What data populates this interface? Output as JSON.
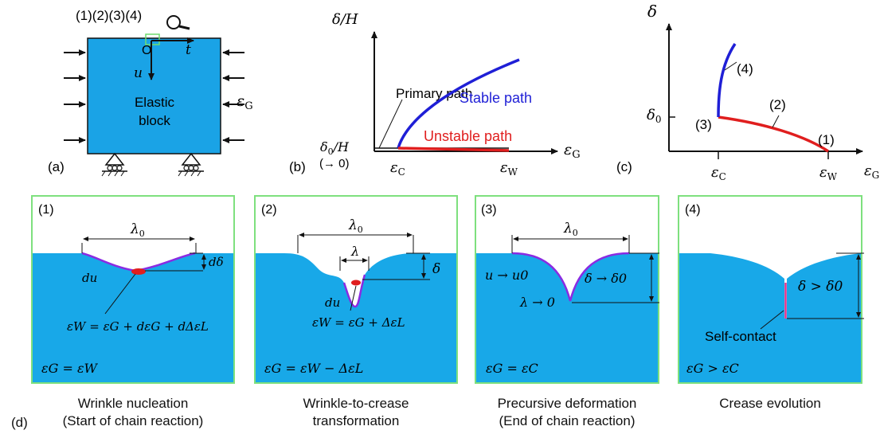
{
  "panel_a": {
    "label": "(a)",
    "numbers": "(1)(2)(3)(4)",
    "block_line1": "Elastic",
    "block_line2": "block",
    "origin": "O",
    "t_axis": "t",
    "u_axis": "u",
    "strain": "εG"
  },
  "panel_b": {
    "label": "(b)",
    "ylabel": "δ/H",
    "xlabel": "εG",
    "y0_label": "δ0/H",
    "y0_note": "(→ 0)",
    "xc_label": "εC",
    "xw_label": "εW",
    "primary": "Primary path",
    "stable": "Stable path",
    "unstable": "Unstable path",
    "stable_color": "#1f1fd6",
    "unstable_color": "#e01e1e"
  },
  "panel_c": {
    "label": "(c)",
    "ylabel": "δ",
    "xlabel": "εG",
    "y0_label": "δ0",
    "xc_label": "εC",
    "xw_label": "εW",
    "pt1": "(1)",
    "pt2": "(2)",
    "pt3": "(3)",
    "pt4": "(4)"
  },
  "panel_d": {
    "label": "(d)",
    "sub": [
      {
        "num": "(1)",
        "lambda": "λ0",
        "delta": "dδ",
        "du": "du",
        "eqn": "εW = εG + dεG + dΔεL",
        "cond": "εG = εW",
        "cap1": "Wrinkle nucleation",
        "cap2": "(Start of chain reaction)"
      },
      {
        "num": "(2)",
        "lambda0": "λ0",
        "lambda": "λ",
        "delta": "δ",
        "du": "du",
        "eqn": "εW = εG + ΔεL",
        "cond": "εG = εW − ΔεL",
        "cap1": "Wrinkle-to-crease",
        "cap2": "transformation"
      },
      {
        "num": "(3)",
        "lambda": "λ0",
        "u_rel": "u → u0",
        "delta": "δ → δ0",
        "lam_rel": "λ → 0",
        "cond": "εG = εC",
        "cap1": "Precursive deformation",
        "cap2": "(End of chain reaction)"
      },
      {
        "num": "(4)",
        "delta": "δ > δ0",
        "contact": "Self-contact",
        "cond": "εG > εC",
        "cap1": "Crease evolution",
        "cap2": ""
      }
    ]
  },
  "colors": {
    "block": "#1aa3e6",
    "fluid": "#18a8e8",
    "frame": "#7ee07e",
    "surface": "#8a2be2",
    "red": "#e01e1e",
    "blue": "#1f1fd6"
  }
}
